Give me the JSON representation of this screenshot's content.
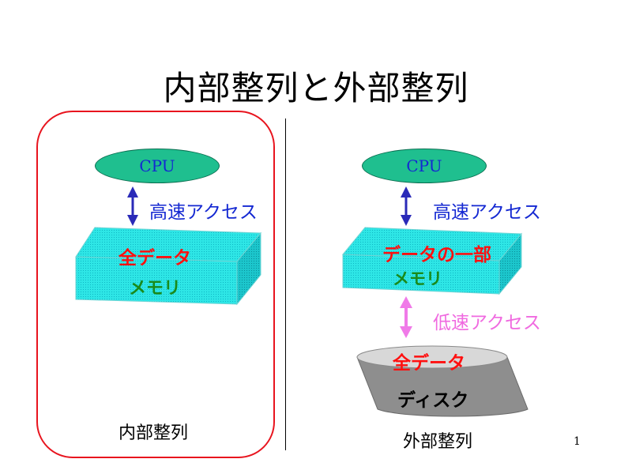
{
  "title": "内部整列と外部整列",
  "page_number": "1",
  "colors": {
    "frame_border": "#e8141e",
    "cpu_fill": "#1fbf8f",
    "cpu_text": "#1428d2",
    "memory_fill": "#2ee6e6",
    "disk_fill": "#9a9a9a",
    "fast_arrow": "#2a2ab8",
    "slow_arrow": "#f07ae8",
    "fast_label": "#1428d2",
    "slow_label": "#f06ae0",
    "data_label": "#ff1010",
    "memory_label": "#1a8a1a",
    "disk_label": "#000000"
  },
  "left": {
    "cpu": "CPU",
    "fast_access": "高速アクセス",
    "memory_data": "全データ",
    "memory": "メモリ",
    "caption": "内部整列"
  },
  "right": {
    "cpu": "CPU",
    "fast_access": "高速アクセス",
    "memory_data": "データの一部",
    "memory": "メモリ",
    "slow_access": "低速アクセス",
    "disk_data": "全データ",
    "disk": "ディスク",
    "caption": "外部整列"
  }
}
